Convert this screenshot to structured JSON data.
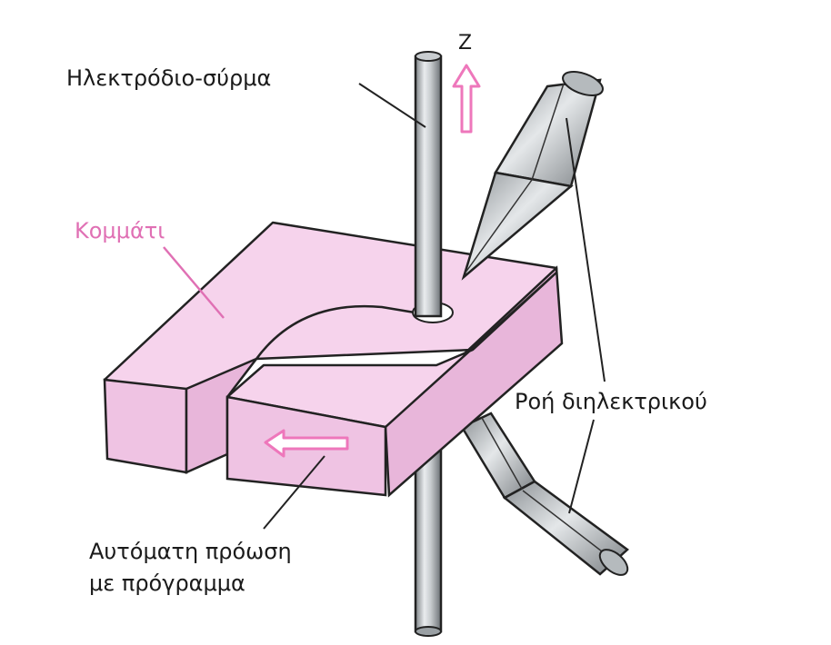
{
  "labels": {
    "axis": "Z",
    "electrode": "Ηλεκτρόδιο-σύρμα",
    "workpiece": "Κομμάτι",
    "dielectric": "Ροή διηλεκτρικού",
    "feed_line1": "Αυτόματη πρόωση",
    "feed_line2": "με πρόγραμμα"
  },
  "colors": {
    "workpiece_top": "#f6d3ec",
    "workpiece_front": "#efc3e3",
    "workpiece_side": "#e8b6da",
    "arrow_pink": "#ee77bb",
    "label_pink": "#e070b4",
    "outline": "#222222",
    "metal": "#d6d9db"
  }
}
